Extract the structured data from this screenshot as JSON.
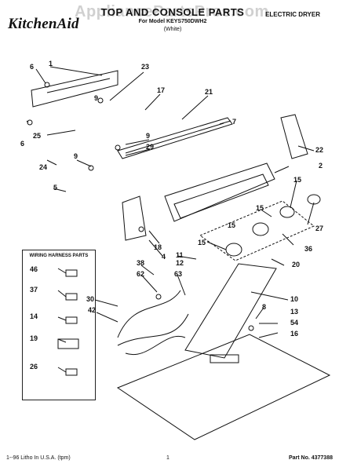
{
  "header": {
    "brand": "KitchenAid",
    "title": "TOP AND CONSOLE PARTS",
    "subtitle": "For Model KEYS750DWH2",
    "subtitle2": "(White)",
    "doc_type": "ELECTRIC DRYER",
    "watermark": "AppliancePartsPros.com"
  },
  "footer": {
    "print_note": "1--96 Litho In U.S.A. (tpm)",
    "page_number": "1",
    "part_no": "Part No. 4377388"
  },
  "wiring_box": {
    "title": "WIRING HARNESS PARTS"
  },
  "callouts": [
    {
      "id": "c1",
      "text": "1"
    },
    {
      "id": "c6a",
      "text": "6"
    },
    {
      "id": "c23",
      "text": "23"
    },
    {
      "id": "c17",
      "text": "17"
    },
    {
      "id": "c21",
      "text": "21"
    },
    {
      "id": "c6b",
      "text": "6"
    },
    {
      "id": "c25",
      "text": "25"
    },
    {
      "id": "c9a",
      "text": "9"
    },
    {
      "id": "c7",
      "text": "7"
    },
    {
      "id": "c9b",
      "text": "9"
    },
    {
      "id": "c29",
      "text": "29"
    },
    {
      "id": "c22",
      "text": "22"
    },
    {
      "id": "c24",
      "text": "24"
    },
    {
      "id": "c9c",
      "text": "9"
    },
    {
      "id": "c2",
      "text": "2"
    },
    {
      "id": "c15a",
      "text": "15"
    },
    {
      "id": "c5",
      "text": "5"
    },
    {
      "id": "c15b",
      "text": "15"
    },
    {
      "id": "c15c",
      "text": "15"
    },
    {
      "id": "c27",
      "text": "27"
    },
    {
      "id": "c15d",
      "text": "15"
    },
    {
      "id": "c18",
      "text": "18"
    },
    {
      "id": "c36",
      "text": "36"
    },
    {
      "id": "c4",
      "text": "4"
    },
    {
      "id": "c11",
      "text": "11"
    },
    {
      "id": "c12",
      "text": "12"
    },
    {
      "id": "c20",
      "text": "20"
    },
    {
      "id": "c38",
      "text": "38"
    },
    {
      "id": "c62",
      "text": "62"
    },
    {
      "id": "c63",
      "text": "63"
    },
    {
      "id": "c46",
      "text": "46"
    },
    {
      "id": "c37",
      "text": "37"
    },
    {
      "id": "c30",
      "text": "30"
    },
    {
      "id": "c42",
      "text": "42"
    },
    {
      "id": "c10",
      "text": "10"
    },
    {
      "id": "c8",
      "text": "8"
    },
    {
      "id": "c13",
      "text": "13"
    },
    {
      "id": "c14",
      "text": "14"
    },
    {
      "id": "c54",
      "text": "54"
    },
    {
      "id": "c16",
      "text": "16"
    },
    {
      "id": "c19",
      "text": "19"
    },
    {
      "id": "c26",
      "text": "26"
    }
  ]
}
